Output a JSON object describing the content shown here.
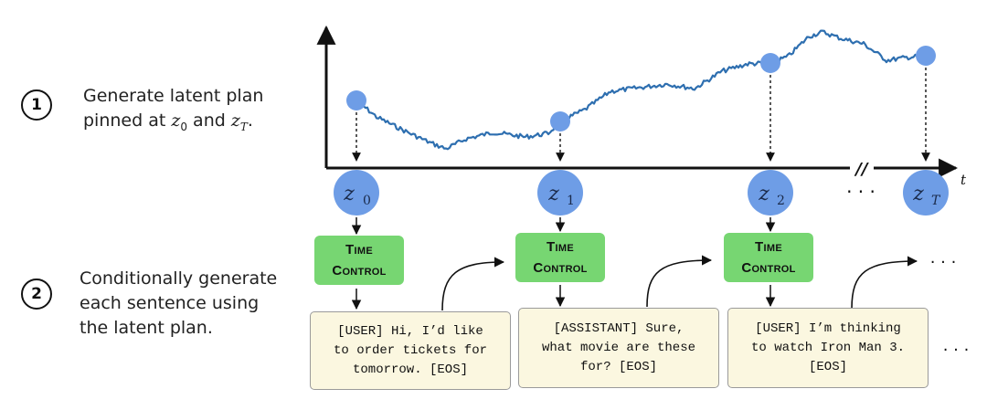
{
  "steps": [
    {
      "number": "1",
      "line1": "Generate latent plan",
      "line2_prefix": "pinned at ",
      "z_start": "z",
      "z_start_sub": "0",
      "line2_mid": " and ",
      "z_end": "z",
      "z_end_sub": "T",
      "line2_suffix": "."
    },
    {
      "number": "2",
      "line1": "Conditionally generate",
      "line2": "each sentence using",
      "line3": "the latent plan."
    }
  ],
  "axis": {
    "t_label": "t",
    "break_mark": "//"
  },
  "latents": [
    {
      "symbol": "z",
      "sub": "0"
    },
    {
      "symbol": "z",
      "sub": "1"
    },
    {
      "symbol": "z",
      "sub": "2"
    },
    {
      "symbol": "z",
      "sub": "T"
    }
  ],
  "ellipsis": "· · ·",
  "time_control": {
    "line1": "Time",
    "line2": "Control"
  },
  "sentences": [
    {
      "lines": [
        "[USER] Hi, I’d like",
        "to order tickets for",
        "tomorrow. [EOS]"
      ]
    },
    {
      "lines": [
        "[ASSISTANT] Sure,",
        "what movie are these",
        "for? [EOS]"
      ]
    },
    {
      "lines": [
        "[USER] I’m thinking",
        "to watch Iron Man 3.",
        "[EOS]"
      ]
    }
  ],
  "trailing_dots": "· · ·",
  "colors": {
    "latent_node": "#6e9de6",
    "path": "#2e6fb0",
    "time_control": "#77d672",
    "sentence_bg": "#fbf7e0"
  }
}
